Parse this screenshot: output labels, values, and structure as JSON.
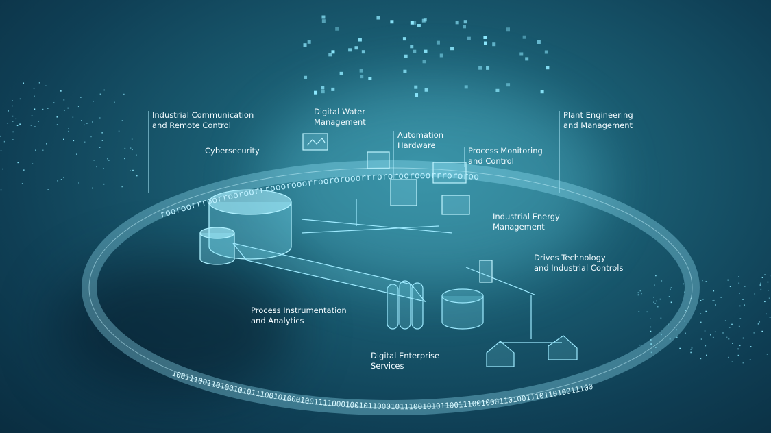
{
  "labels": {
    "industrial_communication": "Industrial Communication\nand Remote Control",
    "cybersecurity": "Cybersecurity",
    "digital_water": "Digital Water\nManagement",
    "automation_hardware": "Automation\nHardware",
    "process_monitoring": "Process Monitoring\nand Control",
    "plant_engineering": "Plant Engineering\nand Management",
    "industrial_energy": "Industrial Energy\nManagement",
    "drives_technology": "Drives Technology\nand Industrial Controls",
    "process_instrumentation": "Process Instrumentation\nand Analytics",
    "digital_enterprise": "Digital Enterprise\nServices"
  },
  "ring": {
    "binary_front": "1001110011010010101110010100010011110001001011000101110010101100111001000110100111011010011100",
    "binary_back": "rooroorrroorrooroorrrooorooorroororooorrrororoorooorrrororoorroorroooorrrorrorooor"
  },
  "colors": {
    "accent": "#7fe6ff",
    "text": "#f2fbff"
  }
}
